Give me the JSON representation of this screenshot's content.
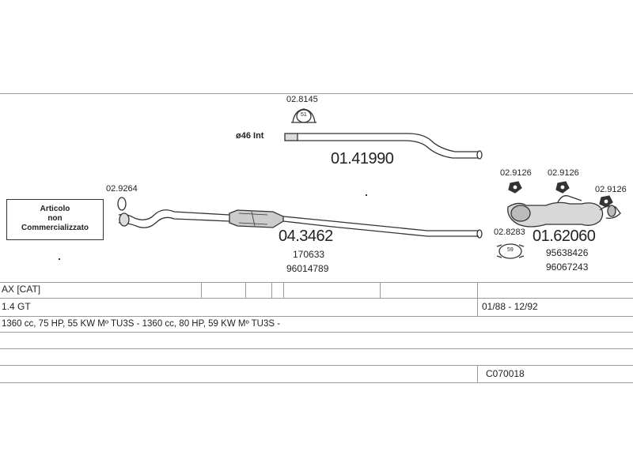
{
  "parts": {
    "clamp_top": "02.8145",
    "clamp_top_badge": "51",
    "pipe_diameter": "ø46  Int",
    "rear_pipe": "01.41990",
    "gasket_front": "02.9264",
    "note_line1": "Articolo",
    "note_line2": "non",
    "note_line3": "Commercializzato",
    "catalyst_code": "04.3462",
    "catalyst_oem1": "170633",
    "catalyst_oem2": "96014789",
    "hanger1": "02.9126",
    "hanger2": "02.9126",
    "hanger3": "02.9126",
    "clamp_rear": "02.8283",
    "clamp_rear_badge": "59",
    "muffler_code": "01.62060",
    "muffler_oem1": "95638426",
    "muffler_oem2": "96067243"
  },
  "table": {
    "model": "AX  [CAT]",
    "engine": "1.4 GT",
    "years": "01/88 - 12/92",
    "specs": "1360 cc, 75 HP, 55 KW Mº TU3S - 1360 cc, 80 HP, 59 KW Mº TU3S -",
    "code": "C070018"
  },
  "colors": {
    "line": "#333333",
    "grid": "#9a9a9a",
    "fill": "#cccccc"
  }
}
